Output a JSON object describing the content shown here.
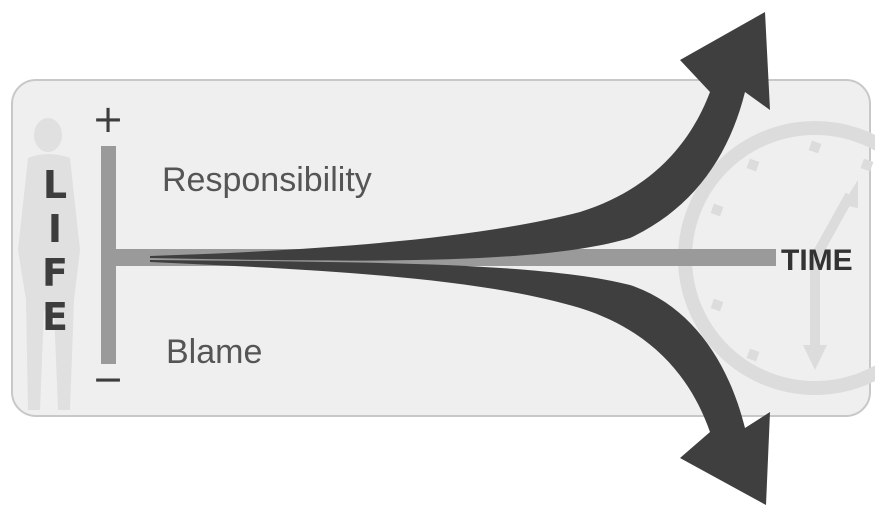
{
  "diagram": {
    "vertical_axis_letters": [
      "L",
      "I",
      "F",
      "E"
    ],
    "plus_sign": "+",
    "minus_sign": "−",
    "upper_label": "Responsibility",
    "lower_label": "Blame",
    "horizontal_axis_label": "TIME"
  },
  "colors": {
    "panel_fill": "#efefef",
    "panel_border": "#c8c8c8",
    "axis_bar": "#9a9a9a",
    "arrow_fill": "#3f3f3f",
    "watermark": "#dedede",
    "text_dark": "#3d3d3d"
  },
  "icons": {
    "person": "person-silhouette-icon",
    "clock": "clock-icon"
  }
}
